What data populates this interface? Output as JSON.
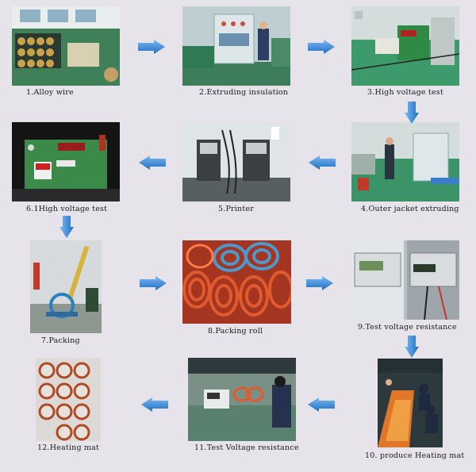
{
  "steps": [
    {
      "caption": "1.Alloy wire"
    },
    {
      "caption": "2.Extruding insulation"
    },
    {
      "caption": "3.High voltage test"
    },
    {
      "caption": "4.Outer jacket extruding"
    },
    {
      "caption": "5.Printer"
    },
    {
      "caption": "6.1High voltage test"
    },
    {
      "caption": "7.Packing"
    },
    {
      "caption": "8.Packing roll"
    },
    {
      "caption": "9.Test voltage resistance"
    },
    {
      "caption": "10. produce Heating mat"
    },
    {
      "caption": "11.Test Voltage resistance"
    },
    {
      "caption": "12.Heating mat"
    }
  ],
  "colors": {
    "background": "#e6e4ea",
    "arrow_fill": "#2f7fd0",
    "arrow_light": "#6fb3f0"
  },
  "icons": {
    "arrow": "flow-arrow-icon"
  }
}
